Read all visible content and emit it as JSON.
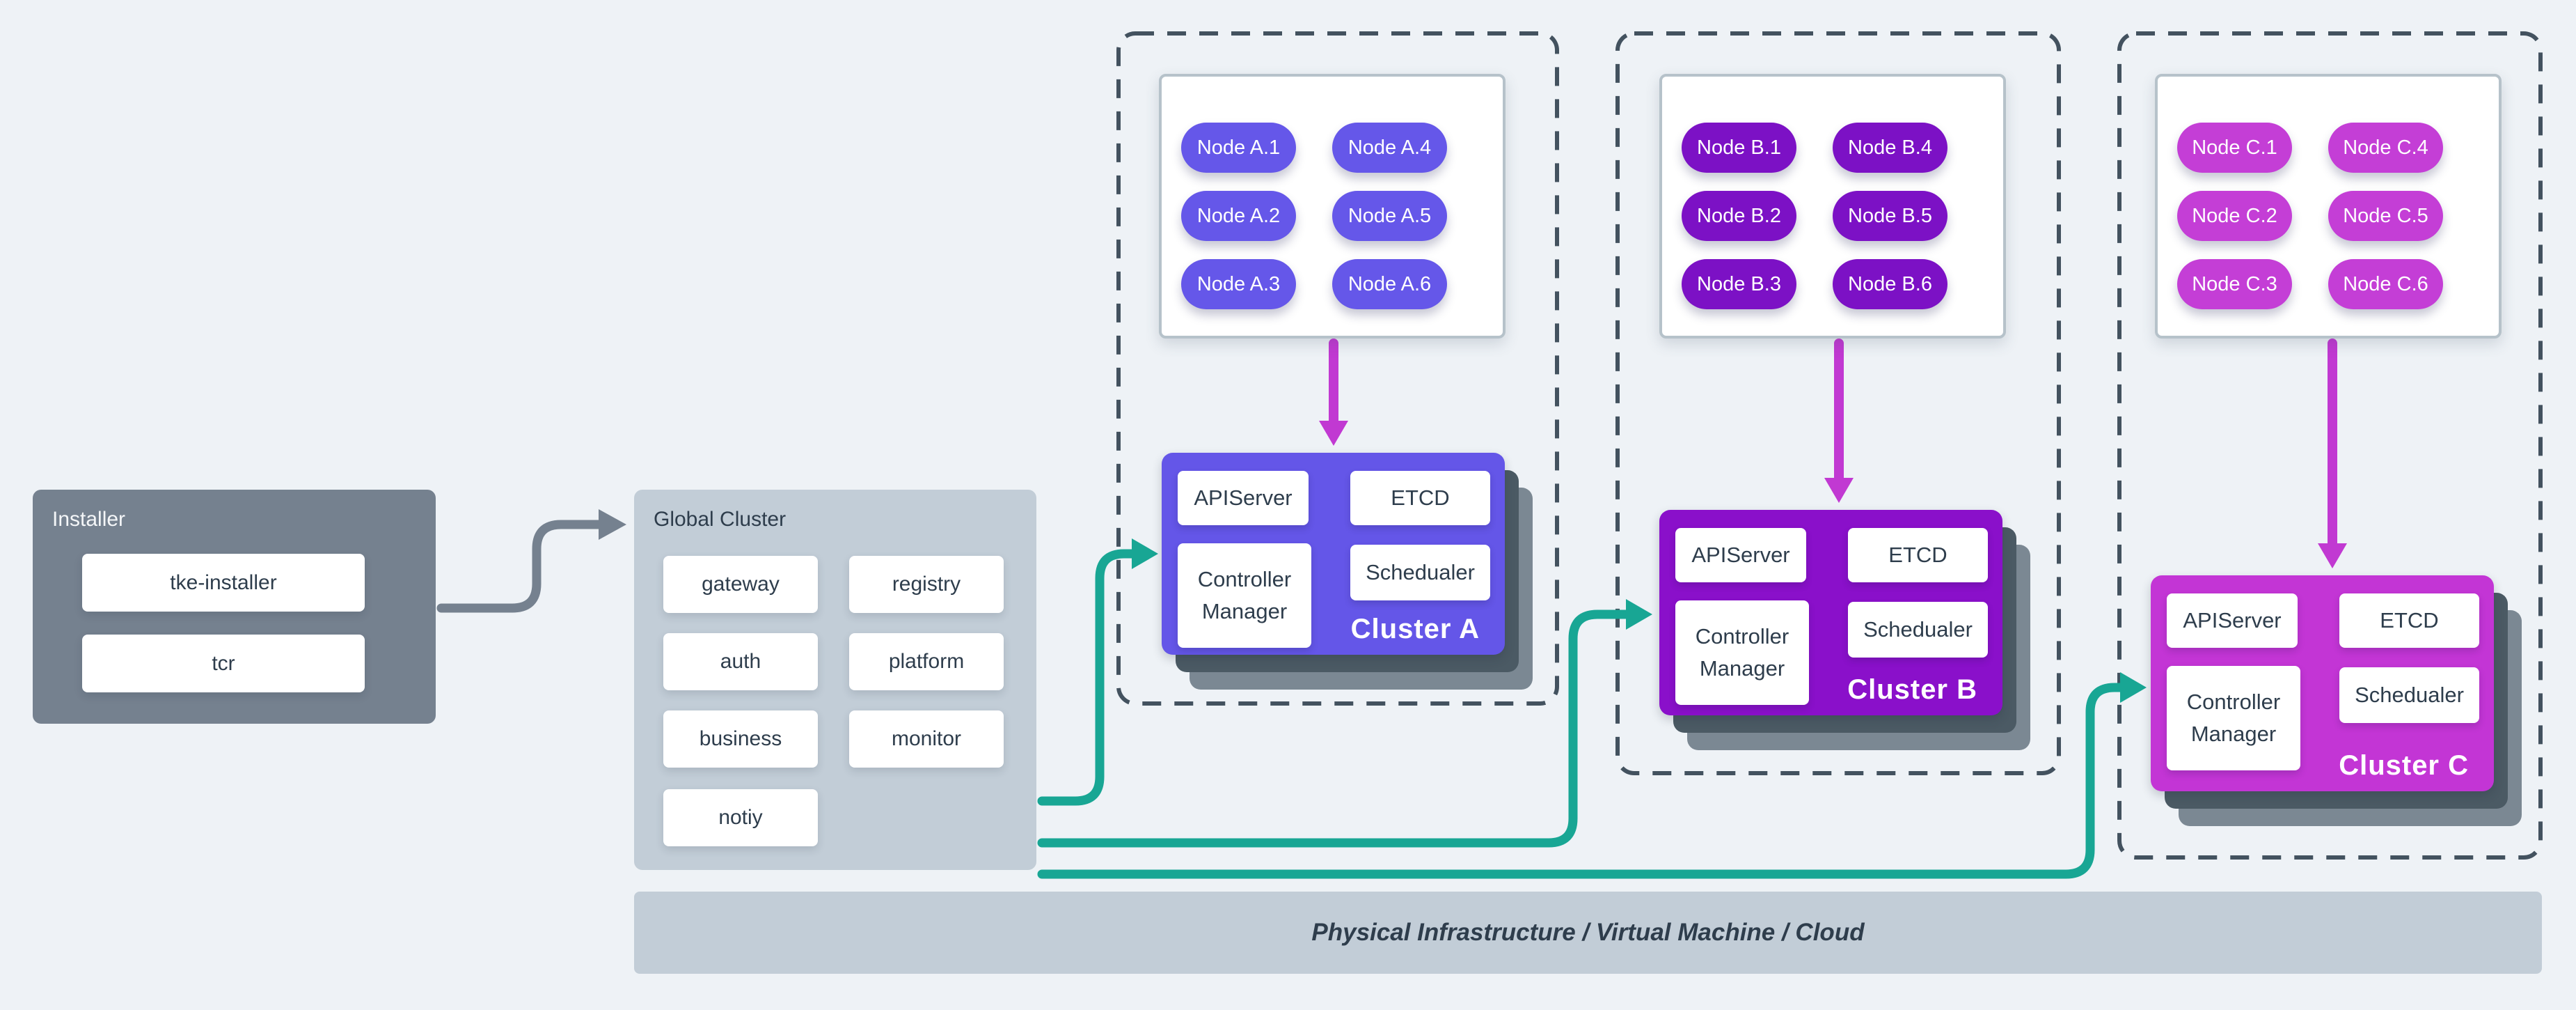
{
  "colors": {
    "background": "#eef2f6",
    "installer_bg": "#75818f",
    "panel_bg": "#c2cdd7",
    "infra_bar_bg": "#c2cdd7",
    "dark_text": "#2e3d4c",
    "dashed_border": "#43525f",
    "node_container_border": "#b6c2ca",
    "cluster_a": "#6456e8",
    "cluster_a_node": "#6557e9",
    "cluster_b": "#8a10ca",
    "cluster_b_node": "#7c11c5",
    "cluster_c": "#c335d5",
    "cluster_c_node": "#c43ed6",
    "stack_shadow_1": "#4b5a64",
    "stack_shadow_2": "#7b8893",
    "teal_arrow": "#18a694",
    "magenta_arrow": "#c139d2",
    "gray_arrow": "#75818f"
  },
  "installer": {
    "title": "Installer",
    "items": [
      "tke-installer",
      "tcr"
    ]
  },
  "global_cluster": {
    "title": "Global Cluster",
    "items": [
      "gateway",
      "registry",
      "auth",
      "platform",
      "business",
      "monitor",
      "notiy"
    ]
  },
  "clusters": [
    {
      "label": "Cluster A",
      "nodes": [
        "Node A.1",
        "Node A.2",
        "Node A.3",
        "Node A.4",
        "Node A.5",
        "Node A.6"
      ],
      "components": {
        "apiserver": "APIServer",
        "etcd": "ETCD",
        "controller_manager": "Controller Manager",
        "scheduler": "Schedualer"
      }
    },
    {
      "label": "Cluster B",
      "nodes": [
        "Node B.1",
        "Node B.2",
        "Node B.3",
        "Node B.4",
        "Node B.5",
        "Node B.6"
      ],
      "components": {
        "apiserver": "APIServer",
        "etcd": "ETCD",
        "controller_manager": "Controller Manager",
        "scheduler": "Schedualer"
      }
    },
    {
      "label": "Cluster C",
      "nodes": [
        "Node C.1",
        "Node C.2",
        "Node C.3",
        "Node C.4",
        "Node C.5",
        "Node C.6"
      ],
      "components": {
        "apiserver": "APIServer",
        "etcd": "ETCD",
        "controller_manager": "Controller Manager",
        "scheduler": "Schedualer"
      }
    }
  ],
  "infrastructure_bar": {
    "label": "Physical Infrastructure / Virtual Machine / Cloud"
  }
}
